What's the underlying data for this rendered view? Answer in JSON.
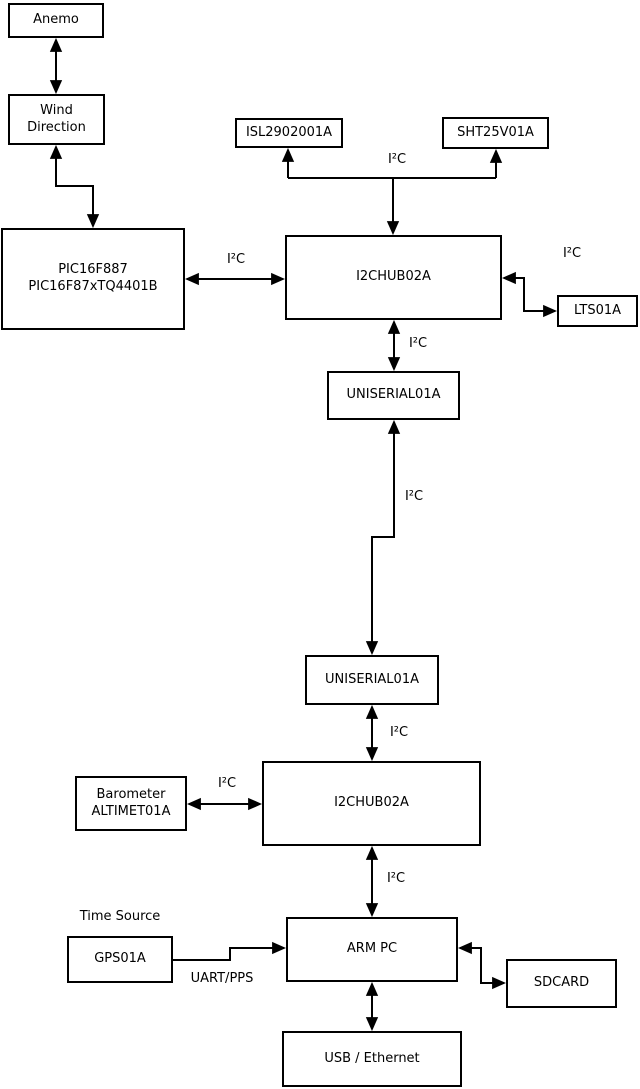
{
  "diagram": {
    "colors": {
      "line": "#000000",
      "background": "#ffffff",
      "node_fill": "#ffffff"
    },
    "nodes": {
      "anemo": {
        "label": "Anemo"
      },
      "wind_direction": {
        "label": "Wind\nDirection"
      },
      "pic": {
        "label": "PIC16F887\nPIC16F87xTQ4401B"
      },
      "isl": {
        "label": "ISL2902001A"
      },
      "sht": {
        "label": "SHT25V01A"
      },
      "hub_top": {
        "label": "I2CHUB02A"
      },
      "lts": {
        "label": "LTS01A"
      },
      "uniserial_top": {
        "label": "UNISERIAL01A"
      },
      "uniserial_bottom": {
        "label": "UNISERIAL01A"
      },
      "hub_bottom": {
        "label": "I2CHUB02A"
      },
      "barometer": {
        "label": "Barometer\nALTIMET01A"
      },
      "gps": {
        "label": "GPS01A"
      },
      "arm_pc": {
        "label": "ARM PC"
      },
      "sdcard": {
        "label": "SDCARD"
      },
      "usb_ethernet": {
        "label": "USB / Ethernet"
      }
    },
    "edge_labels": {
      "i2c_sensors_top": "I²C",
      "i2c_pic_hub": "I²C",
      "i2c_hub_lts": "I²C",
      "i2c_hub_uniserial": "I²C",
      "i2c_uniserial_link": "I²C",
      "i2c_uniserial_hub2": "I²C",
      "i2c_barometer_hub2": "I²C",
      "i2c_hub2_armpc": "I²C",
      "time_source": "Time Source",
      "uart_pps": "UART/PPS"
    }
  }
}
